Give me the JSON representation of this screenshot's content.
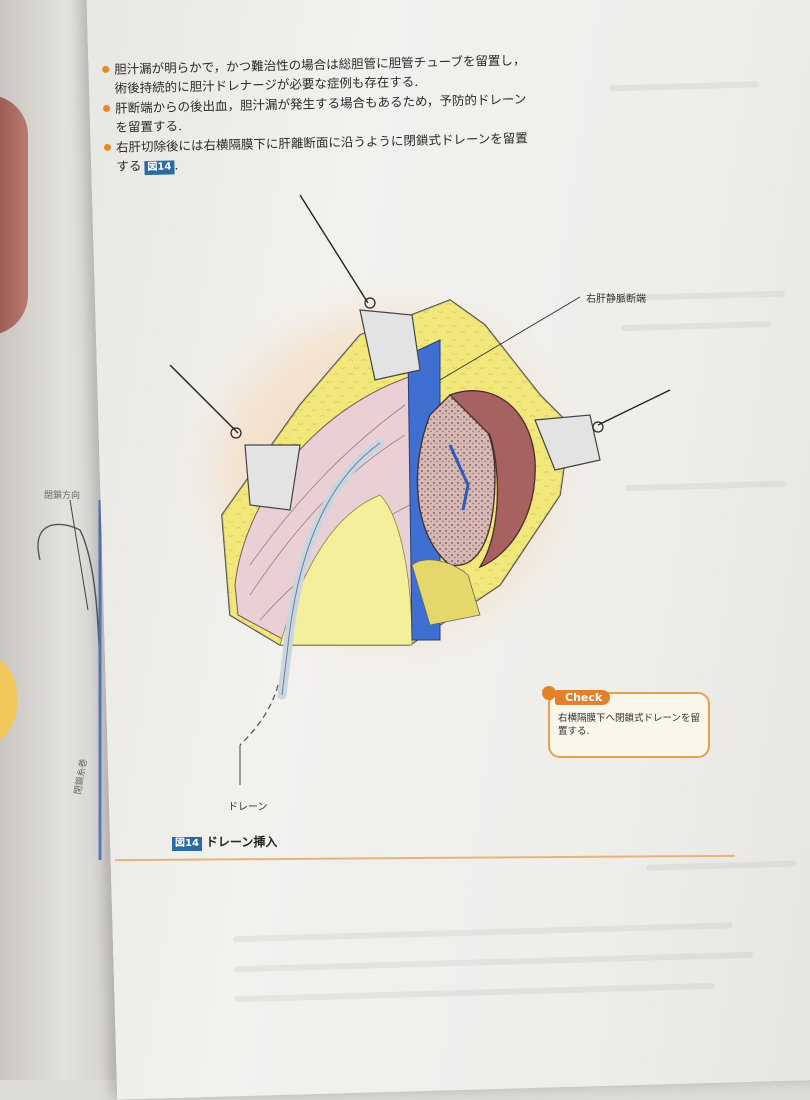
{
  "bullets": [
    {
      "line1": "胆汁漏が明らかで，かつ難治性の場合は総胆管に胆管チューブを留置し，",
      "line2": "術後持続的に胆汁ドレナージが必要な症例も存在する."
    },
    {
      "line1": "肝断端からの後出血，胆汁漏が発生する場合もあるため，予防的ドレーン",
      "line2": "を留置する."
    },
    {
      "line1": "右肝切除後には右横隔膜下に肝離断面に沿うように閉鎖式ドレーンを留置",
      "line2": "する"
    }
  ],
  "bullet3_ref": "図14",
  "bullet3_tail": ".",
  "figure": {
    "label_vein": "右肝静脈断端",
    "label_drain": "ドレーン"
  },
  "check": {
    "tag": "Check",
    "text": "右横隔膜下へ閉鎖式ドレーンを留置する."
  },
  "caption": {
    "ref": "図14",
    "title": "ドレーン挿入"
  },
  "left_page": {
    "label_top": "閉鎖方向",
    "label_bottom": "閉鎖糸巻"
  },
  "colors": {
    "accent": "#e48a1e",
    "fig_ref": "#2b6aa5",
    "vein_blue": "#3f6fd0",
    "fat_yellow": "#f2ec8c"
  }
}
